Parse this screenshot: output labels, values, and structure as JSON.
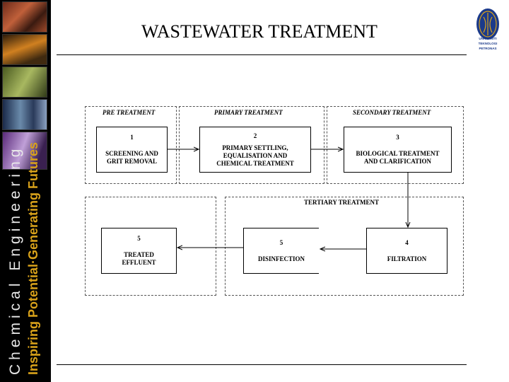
{
  "title": "WASTEWATER TREATMENT",
  "sidebar": {
    "vertical_text_1": "Chemical Engineering",
    "vertical_text_2": "Inspiring Potential·Generating Futures"
  },
  "logo": {
    "text_lines": [
      "UNIVERSITI",
      "TEKNOLOGI",
      "PETRONAS"
    ]
  },
  "stages": {
    "pre": "PRE TREATMENT",
    "primary": "PRIMARY TREATMENT",
    "secondary": "SECONDARY TREATMENT",
    "tertiary": "TERTIARY TREATMENT"
  },
  "steps": [
    {
      "num": "1",
      "label": "SCREENING AND\nGRIT REMOVAL"
    },
    {
      "num": "2",
      "label": "PRIMARY SETTLING,\nEQUALISATION AND\nCHEMICAL TREATMENT"
    },
    {
      "num": "3",
      "label": "BIOLOGICAL TREATMENT\nAND CLARIFICATION"
    },
    {
      "num": "4",
      "label": "FILTRATION"
    },
    {
      "num": "5",
      "label": "DISINFECTION"
    },
    {
      "num": "5",
      "label": "TREATED\nEFFLUENT"
    }
  ],
  "colors": {
    "sidebar_bg": "#000000",
    "sidebar_text": "#e8e8e8",
    "sidebar_accent": "#d9a21a",
    "logo_blue": "#1b3a8a"
  }
}
